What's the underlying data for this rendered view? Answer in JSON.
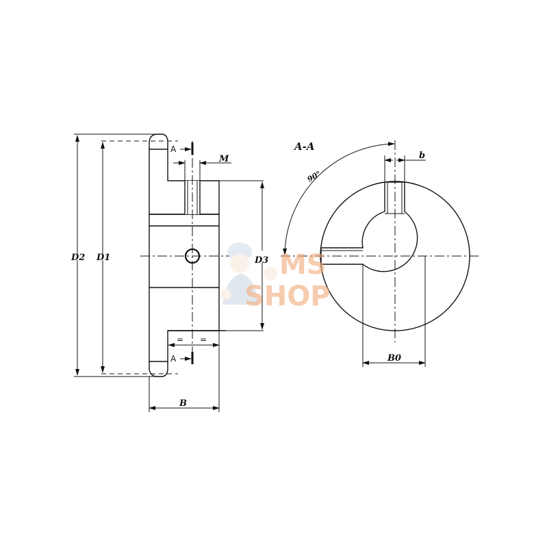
{
  "drawing": {
    "section_title": "A-A",
    "angle_label": "90°",
    "section_marker": "A",
    "equal_marks": [
      "=",
      "="
    ],
    "dimensions": {
      "d2": "D2",
      "d1": "D1",
      "d3": "D3",
      "b": "B",
      "m": "M",
      "b0": "B0",
      "b_key": "b"
    }
  },
  "watermark": {
    "line1": "MS",
    "line2": "SHOP",
    "color": "#f0a878"
  }
}
